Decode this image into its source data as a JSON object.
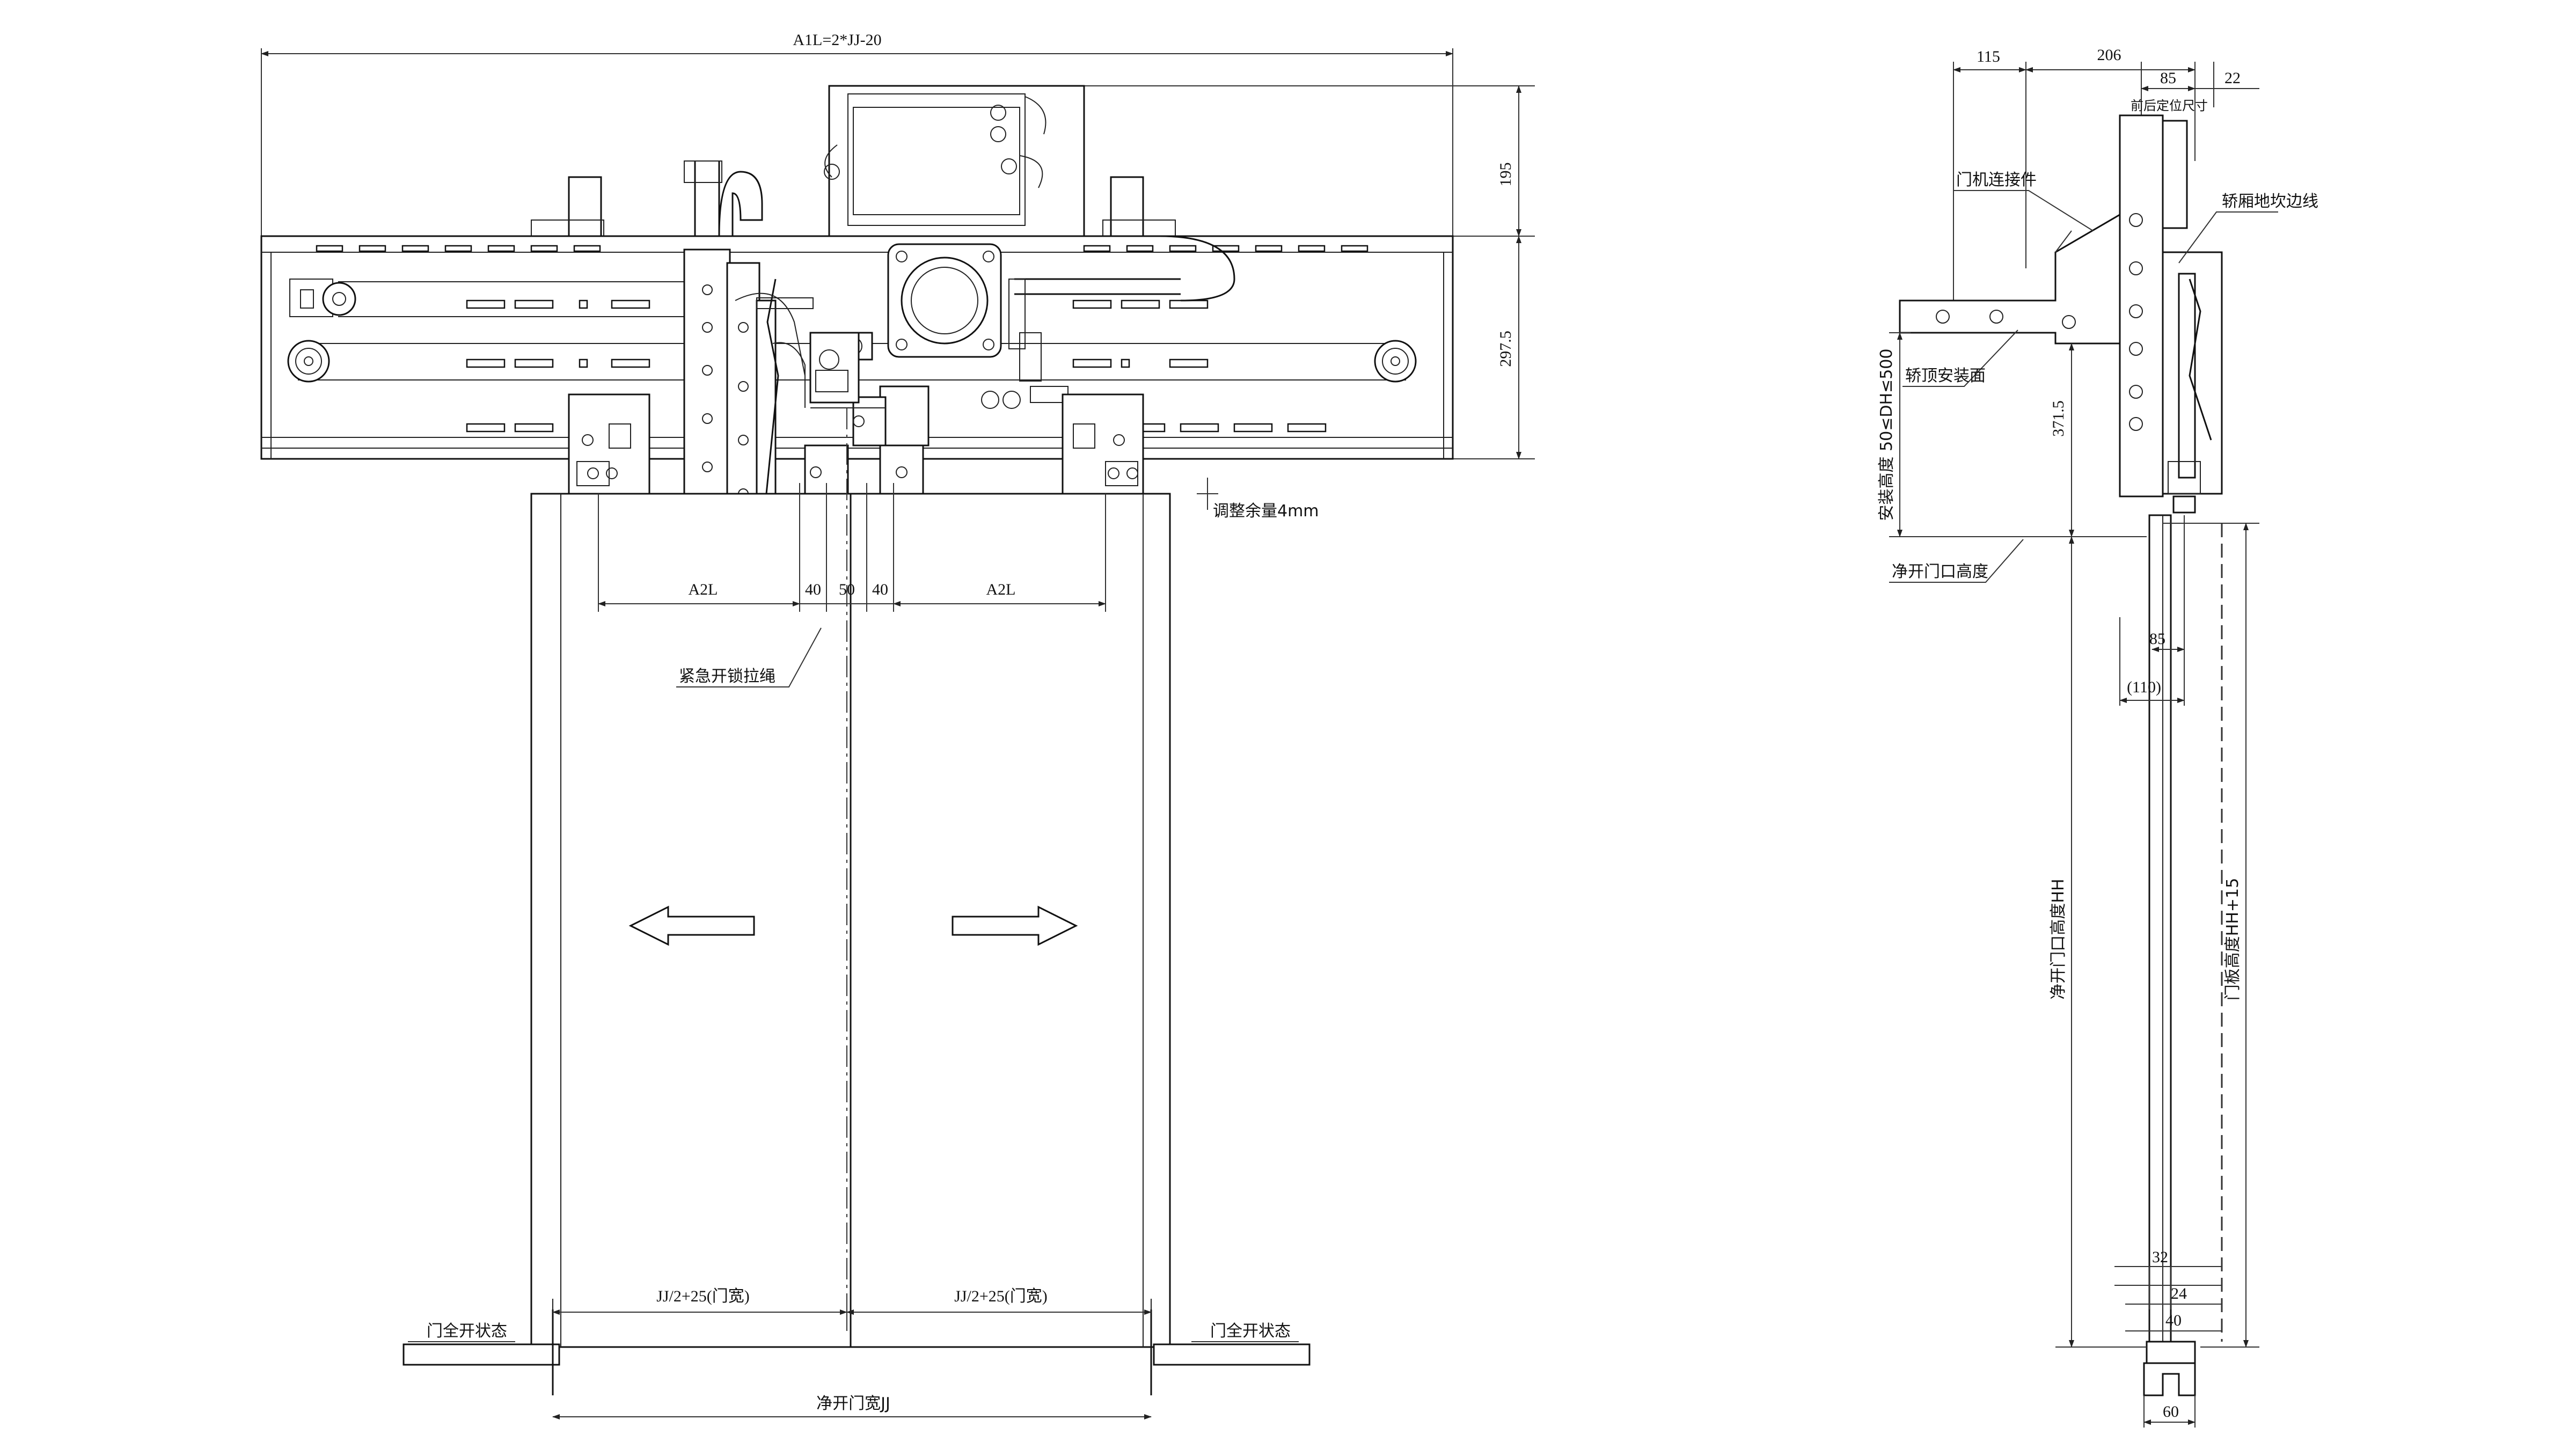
{
  "drawing_type": "elevator door operator installation drawing",
  "front_view": {
    "dims": {
      "overall_width": "A1L=2*JJ-20",
      "operator_height_top": "195",
      "operator_height_body": "297.5",
      "adjust_margin": "调整余量4mm",
      "a2l_left": "A2L",
      "gap_left": "40",
      "gap_center": "50",
      "gap_right": "40",
      "a2l_right": "A2L",
      "door_width_left": "JJ/2+25(门宽)",
      "door_width_right": "JJ/2+25(门宽)",
      "clear_width": "净开门宽JJ"
    },
    "labels": {
      "emergency_unlock_rope": "紧急开锁拉绳",
      "door_fully_open_left": "门全开状态",
      "door_fully_open_right": "门全开状态"
    }
  },
  "side_view": {
    "dims": {
      "d115": "115",
      "d206": "206",
      "d85_top": "85",
      "d22": "22",
      "d371_5": "371.5",
      "d85_bottom": "85",
      "d110": "(110)",
      "d32": "32",
      "d24": "24",
      "d40": "40",
      "d60": "60"
    },
    "labels": {
      "front_rear_ref": "前后定位尺寸",
      "operator_connector": "门机连接件",
      "car_sill_edge": "轿厢地坎边线",
      "car_top_mounting": "轿顶安装面",
      "install_height": "安装高度 50≤DH≤500",
      "clear_opening_height": "净开门口高度",
      "clear_opening_height_hh": "净开门口高度HH",
      "door_panel_height": "门板高度HH+15"
    }
  }
}
